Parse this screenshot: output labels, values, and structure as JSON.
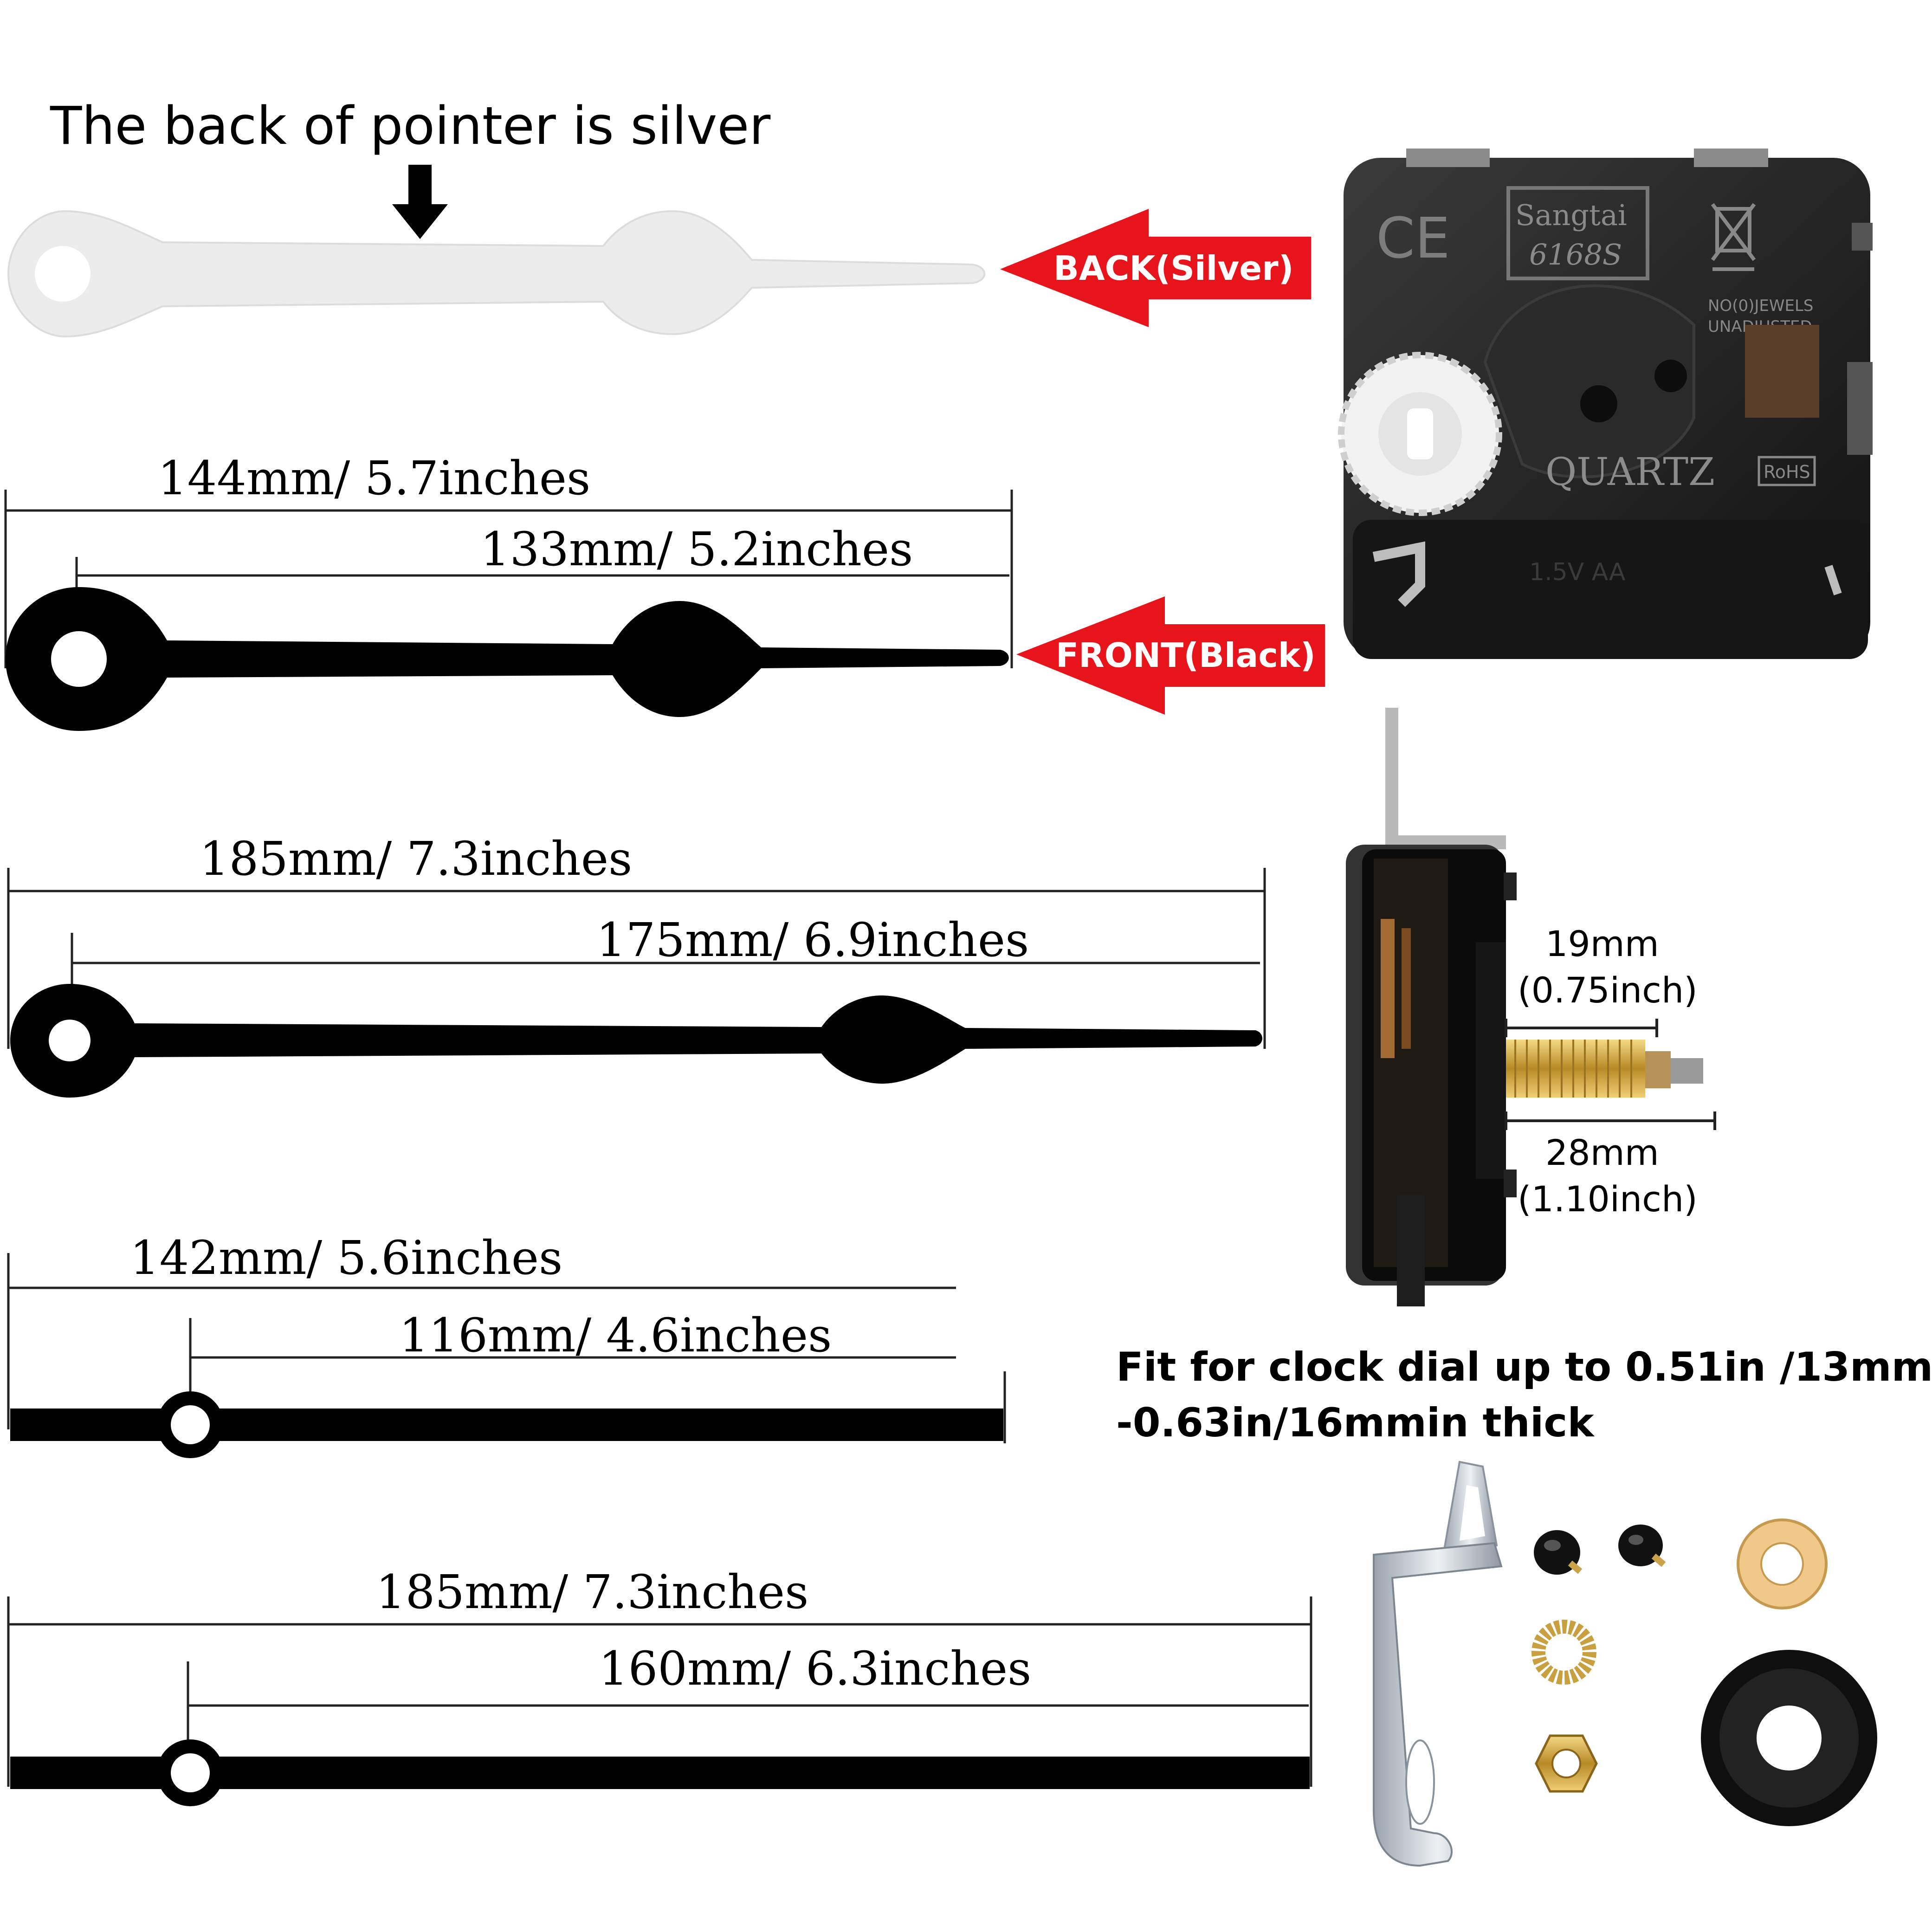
{
  "headline": "The back of pointer is silver",
  "back_label": "BACK(Silver)",
  "front_label": "FRONT(Black)",
  "hands": [
    {
      "total": "144mm/ 5.7inches",
      "inner": "133mm/ 5.2inches"
    },
    {
      "total": "185mm/ 7.3inches",
      "inner": "175mm/ 6.9inches"
    },
    {
      "total": "142mm/ 5.6inches",
      "inner": "116mm/ 4.6inches"
    },
    {
      "total": "185mm/ 7.3inches",
      "inner": "160mm/ 6.3inches"
    }
  ],
  "movement": {
    "brand": "Sangtai",
    "model": "6168S",
    "ce_mark": "CE",
    "jewels": "NO(0)JEWELS",
    "unadjusted": "UNADJUSTED",
    "quartz": "QUARTZ",
    "rohs": "RoHS",
    "battery": "1.5V AA"
  },
  "shaft": {
    "thread_mm": "19mm",
    "thread_in": "(0.75inch)",
    "total_mm": "28mm",
    "total_in": "(1.10inch)"
  },
  "fit_line1": "Fit for clock dial up to 0.51in /13mm",
  "fit_line2": "-0.63in/16mmin thick",
  "colors": {
    "red_label": "#e8141c",
    "black_hand": "#000000",
    "silver_hand": "#ececec",
    "brass": "#d4a83a",
    "case": "#1c1c1c"
  }
}
